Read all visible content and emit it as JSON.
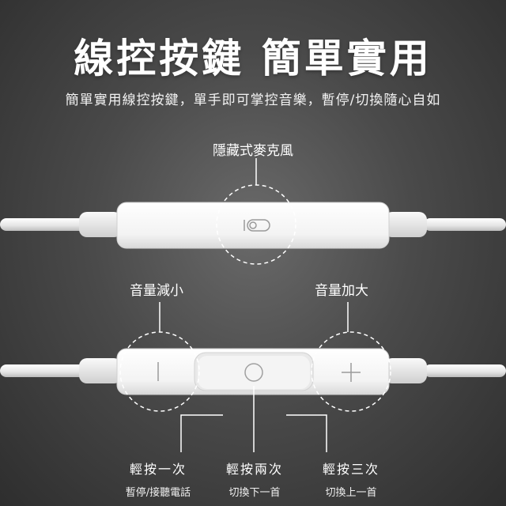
{
  "header": {
    "title": "線控按鍵 簡單實用",
    "subtitle": "簡單實用線控按鍵，單手即可掌控音樂，暫停/切換隨心自如"
  },
  "callouts": {
    "microphone": "隱藏式麥克風",
    "volume_down": "音量減小",
    "volume_up": "音量加大"
  },
  "actions": [
    {
      "main": "輕按一次",
      "sub": "暫停/接聽電話"
    },
    {
      "main": "輕按兩次",
      "sub": "切換下一首"
    },
    {
      "main": "輕按三次",
      "sub": "切換上一首"
    }
  ],
  "colors": {
    "background": "#4a4a4a",
    "remote_body": "#f7f7f7",
    "cable": "#e8e8e8",
    "callout_line": "#ffffff"
  },
  "icons": [
    "microphone-icon",
    "minus-icon",
    "play-pause-icon",
    "plus-icon"
  ]
}
